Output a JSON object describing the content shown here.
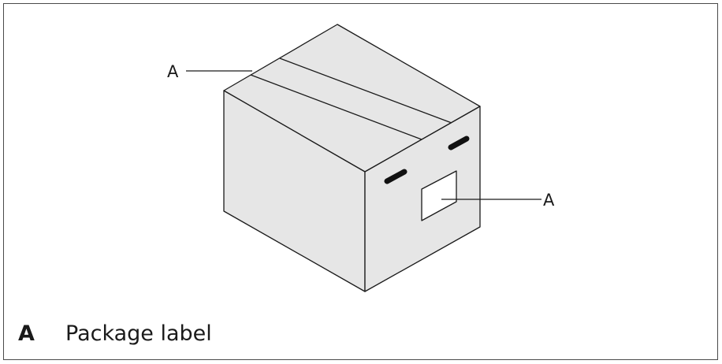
{
  "figure": {
    "callouts": [
      {
        "letter": "A"
      },
      {
        "letter": "A"
      }
    ],
    "legend": [
      {
        "key": "A",
        "description": "Package label"
      }
    ]
  }
}
